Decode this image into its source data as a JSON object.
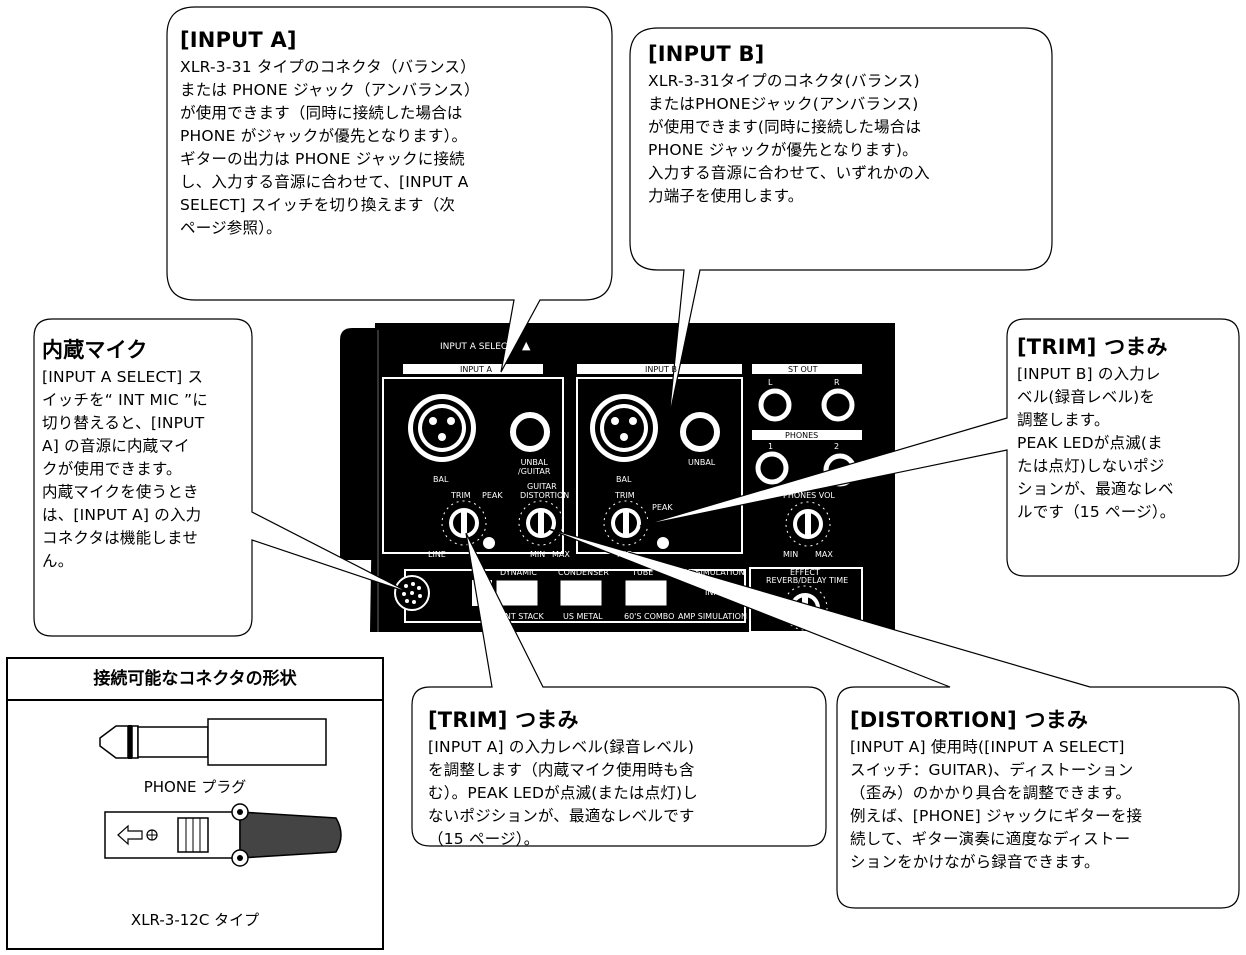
{
  "panel": {
    "input_a_select": "INPUT A SELECT",
    "input_a": "INPUT A",
    "input_b": "INPUT B",
    "bal": "BAL",
    "unbal_guitar": "UNBAL\n/GUITAR",
    "unbal": "UNBAL",
    "trim": "TRIM",
    "peak": "PEAK",
    "guitar": "GUITAR",
    "distortion": "DISTORTION",
    "line": "LINE",
    "min": "MIN",
    "max": "MAX",
    "mic_small": "MIC",
    "st_out": "ST OUT",
    "l": "L",
    "r": "R",
    "phones": "PHONES",
    "one": "1",
    "two": "2",
    "phones_vol": "PHONES VOL",
    "dynamic": "DYNAMIC",
    "condenser": "CONDENSER",
    "tube": "TUBE",
    "mic_simulation": "MIC SIMULATION",
    "mic_btn": "MIC",
    "input_a_btn": "INPUT A",
    "vint_stack": "VINT STACK",
    "us_metal": "US METAL",
    "sixties_combo": "60'S COMBO",
    "amp_simulation": "AMP SIMULATION",
    "effect": "EFFECT",
    "reverb_delay_time": "REVERB/DELAY TIME"
  },
  "callouts": {
    "input_a": {
      "title": "[INPUT A]",
      "lines": [
        "XLR-3-31 タイプのコネクタ（バランス）",
        "または PHONE ジャック（アンバランス）",
        "が使用できます（同時に接続した場合は",
        "PHONE がジャックが優先となります）。",
        "ギターの出力は PHONE ジャックに接続",
        "し、入力する音源に合わせて、[INPUT A",
        "SELECT] スイッチを切り換えます（次",
        "ページ参照）。"
      ]
    },
    "input_b": {
      "title": "[INPUT B]",
      "lines": [
        "XLR-3-31タイプのコネクタ(バランス)",
        "またはPHONEジャック(アンバランス)",
        "が使用できます(同時に接続した場合は",
        "PHONE ジャックが優先となります)。",
        "入力する音源に合わせて、いずれかの入",
        "力端子を使用します。"
      ]
    },
    "builtin_mic": {
      "title": "内蔵マイク",
      "lines": [
        "[INPUT A SELECT] ス",
        "イッチを“ INT MIC ”に",
        "切り替えると、[INPUT",
        "A] の音源に内蔵マイ",
        "クが使用できます。",
        "内蔵マイクを使うとき",
        "は、[INPUT A] の入力",
        "コネクタは機能しませ",
        "ん。"
      ]
    },
    "trim_b": {
      "title": "[TRIM] つまみ",
      "lines": [
        "[INPUT B] の入力レ",
        "ベル(録音レベル)を",
        "調整します。",
        "PEAK LEDが点滅(ま",
        "たは点灯)しないポジ",
        "ションが、最適なレベ",
        "ルです（15 ページ）。"
      ]
    },
    "trim_a": {
      "title": "[TRIM] つまみ",
      "lines": [
        "[INPUT A] の入力レベル(録音レベル)",
        "を調整します（内蔵マイク使用時も含",
        "む）。PEAK LEDが点滅(または点灯)し",
        "ないポジションが、最適なレベルです",
        "（15 ページ）。"
      ]
    },
    "distortion": {
      "title": "[DISTORTION] つまみ",
      "lines": [
        "[INPUT A] 使用時([INPUT A SELECT]",
        "スイッチ：GUITAR)、ディストーション",
        "（歪み）のかかり具合を調整できます。",
        "例えば、[PHONE] ジャックにギターを接",
        "続して、ギター演奏に適度なディストー",
        "ションをかけながら録音できます。"
      ]
    }
  },
  "connector_box": {
    "title": "接続可能なコネクタの形状",
    "phone_plug": "PHONE プラグ",
    "xlr": "XLR-3-12C タイプ"
  }
}
